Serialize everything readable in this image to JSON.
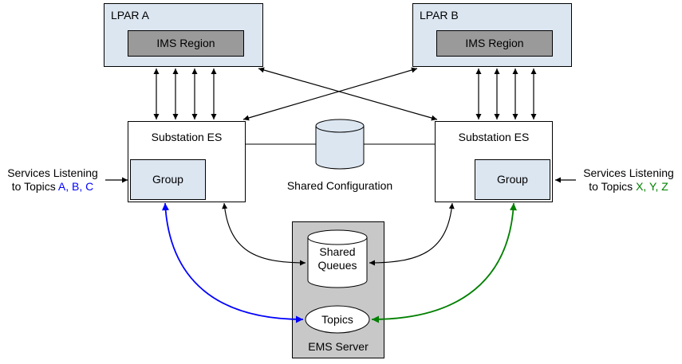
{
  "lpars": {
    "a": {
      "label": "LPAR A",
      "ims": "IMS Region"
    },
    "b": {
      "label": "LPAR B",
      "ims": "IMS Region"
    }
  },
  "substations": {
    "left": {
      "label": "Substation ES",
      "group_label": "Group"
    },
    "right": {
      "label": "Substation ES",
      "group_label": "Group"
    }
  },
  "shared_configuration_label": "Shared Configuration",
  "ems": {
    "label": "EMS Server",
    "shared_queues": {
      "line1": "Shared",
      "line2": "Queues"
    },
    "topics_label": "Topics"
  },
  "notes": {
    "left": {
      "line1": "Services Listening",
      "line2_prefix": "to Topics ",
      "topic_list": "A, B, C"
    },
    "right": {
      "line1": "Services Listening",
      "line2_prefix": "to Topics ",
      "topic_list": "X, Y, Z"
    }
  },
  "colors": {
    "pale_blue_fill": "#dce6f1",
    "ims_gray_fill": "#9a9a9a",
    "ems_gray_fill": "#c8c8c8",
    "white_fill": "#ffffff",
    "outline": "#000000",
    "blue_topic_text": "#0000ff",
    "green_topic_text": "#008000",
    "blue_arrow": "#0000ff",
    "green_arrow": "#008000",
    "black_arrow": "#000000"
  }
}
